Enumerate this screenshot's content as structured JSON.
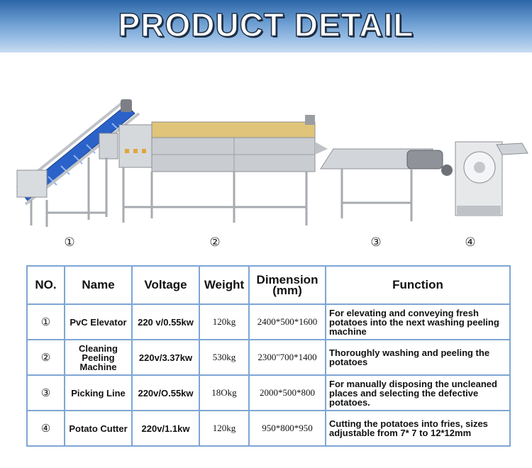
{
  "banner": {
    "title": "PRODUCT DETAIL"
  },
  "machines": [
    {
      "number": "①",
      "icon": "pvc-elevator-icon"
    },
    {
      "number": "②",
      "icon": "cleaning-peeling-machine-icon"
    },
    {
      "number": "③",
      "icon": "picking-line-icon"
    },
    {
      "number": "④",
      "icon": "potato-cutter-icon"
    }
  ],
  "colors": {
    "banner": "#4f86c2",
    "table_border": "#7ea6d3",
    "belt": "#2a62c9",
    "steel": "#c9ccd0"
  },
  "table": {
    "headers": {
      "no": "NO.",
      "name": "Name",
      "voltage": "Voltage",
      "weight": "Weight",
      "dimension": "Dimension",
      "dimension_unit": "(mm)",
      "function": "Function"
    },
    "rows": [
      {
        "no": "①",
        "name": "PvC Elevator",
        "voltage": "220 v/0.55kw",
        "weight": "120kg",
        "dimension": "2400*500*1600",
        "function": "For elevating and conveying fresh potatoes into the next washing peeling machine"
      },
      {
        "no": "②",
        "name": "Cleaning Peeling Machine",
        "voltage": "220v/3.37kw",
        "weight": "530kg",
        "dimension": "2300\"700*1400",
        "function": "Thoroughly washing and peeling the potatoes"
      },
      {
        "no": "③",
        "name": "Picking Line",
        "voltage": "220v/O.55kw",
        "weight": "18Okg",
        "dimension": "2000*500*800",
        "function": "For manually disposing the uncleaned places and selecting the defective potatoes."
      },
      {
        "no": "④",
        "name": "Potato Cutter",
        "voltage": "220v/1.1kw",
        "weight": "120kg",
        "dimension": "950*800*950",
        "function": "Cutting the potatoes into fries, sizes adjustable from 7* 7 to 12*12mm"
      }
    ]
  }
}
